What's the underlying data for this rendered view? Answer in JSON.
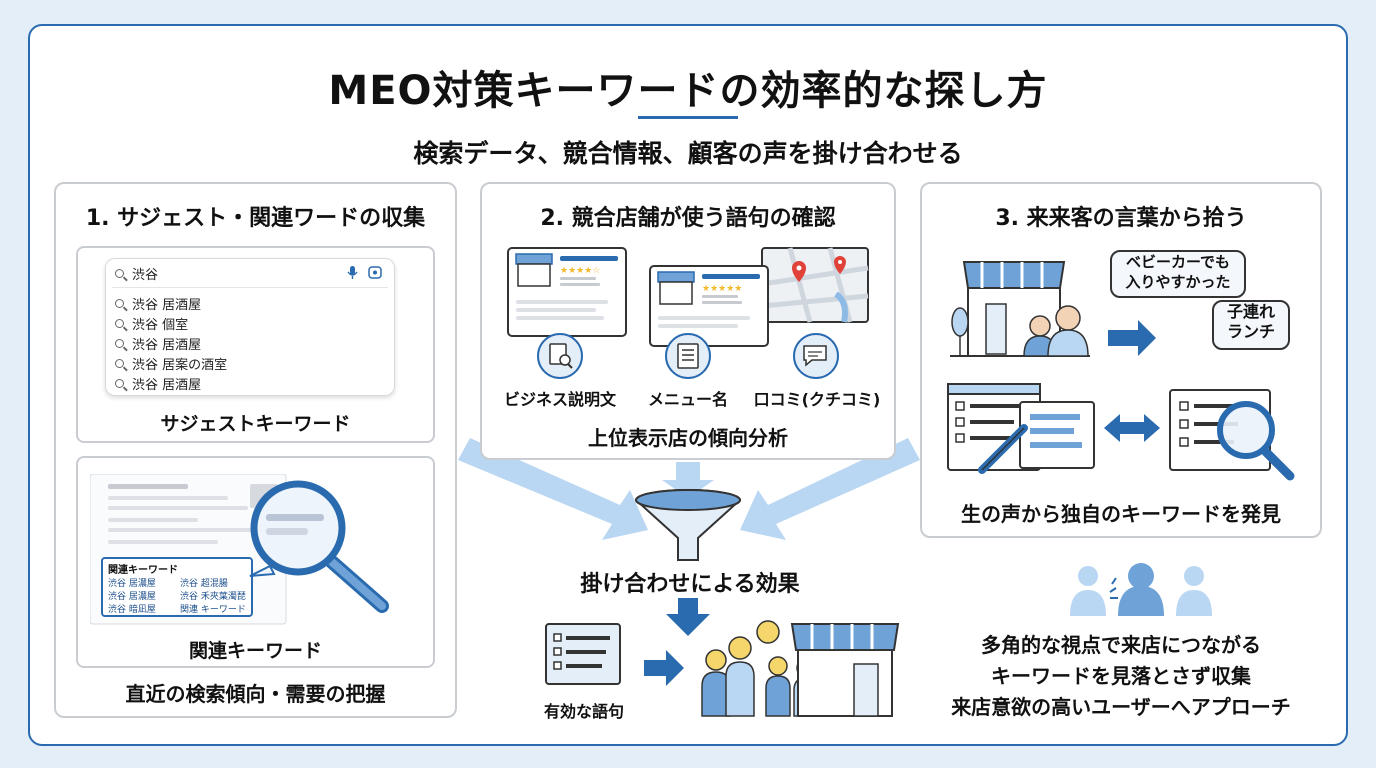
{
  "title": "MEO対策キーワードの効率的な探し方",
  "subtitle": "検索データ、競合情報、顧客の声を掛け合わせる",
  "panel1": {
    "title": "1. サジェスト・関連ワードの収集",
    "search_query": "渋谷",
    "suggestions": [
      "渋谷 居酒屋",
      "渋谷 個室",
      "渋谷 居酒屋",
      "渋谷 居案の酒室",
      "渋谷 居酒屋"
    ],
    "suggest_label": "サジェストキーワード",
    "related_box_title": "関連キーワード",
    "related_items": [
      "渋谷 居濃屋",
      "渋谷 超混腸",
      "渋谷 居濃屋",
      "渋谷 禾夾葉濁琵",
      "渋谷 暗凪屋",
      "関連 キーワード"
    ],
    "related_label": "関連キーワード",
    "footer": "直近の検索傾向・需要の把握"
  },
  "panel2": {
    "title": "2. 競合店舗が使う語句の確認",
    "labels": [
      "ビジネス説明文",
      "メニュー名",
      "口コミ(クチコミ)"
    ],
    "footer": "上位表示店の傾向分析"
  },
  "panel3": {
    "title": "3. 来来客の言葉から拾う",
    "bubble1": [
      "ベビーカーでも",
      "入りやすかった"
    ],
    "bubble2": [
      "子連れ",
      "ランチ"
    ],
    "footer": "生の声から独自のキーワードを発見"
  },
  "center": {
    "effect_label": "掛け合わせによる効果",
    "effective_terms": "有効な語句"
  },
  "result": {
    "lines": [
      "多角的な視点で来店につながる",
      "キーワードを見落とさず収集",
      "来店意欲の高いユーザーへアプローチ"
    ]
  },
  "colors": {
    "accent": "#2a6bb0",
    "light_blue": "#b9d6f2",
    "mid_blue": "#6fa3d8",
    "border": "#c9ccd1",
    "gold": "#f2b92b"
  }
}
